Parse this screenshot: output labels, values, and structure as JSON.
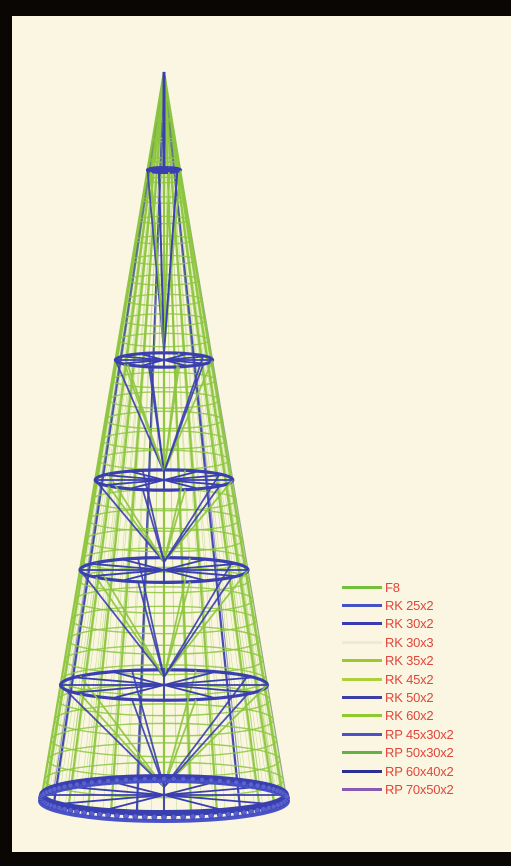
{
  "legend": {
    "items": [
      {
        "label": "F8",
        "color": "#72c038"
      },
      {
        "label": "RK 25x2",
        "color": "#4552c4"
      },
      {
        "label": "RK 30x2",
        "color": "#3a3ab4"
      },
      {
        "label": "RK 30x3",
        "color": "#efe8d4"
      },
      {
        "label": "RK 35x2",
        "color": "#9cc82c"
      },
      {
        "label": "RK 45x2",
        "color": "#aed03a"
      },
      {
        "label": "RK 50x2",
        "color": "#3c3ea8"
      },
      {
        "label": "RK 60x2",
        "color": "#90c830"
      },
      {
        "label": "RP 45x30x2",
        "color": "#4a52c8"
      },
      {
        "label": "RP 50x30x2",
        "color": "#62b046"
      },
      {
        "label": "RP 60x40x2",
        "color": "#2c2e92"
      },
      {
        "label": "RP 70x50x2",
        "color": "#8a5ab0"
      }
    ]
  },
  "colors": {
    "background": "#0a0604",
    "panel": "#fbf6e2",
    "legend_text": "#e0463a",
    "structure_green": "#8dc63f",
    "structure_blue": "#3a3fb0"
  }
}
